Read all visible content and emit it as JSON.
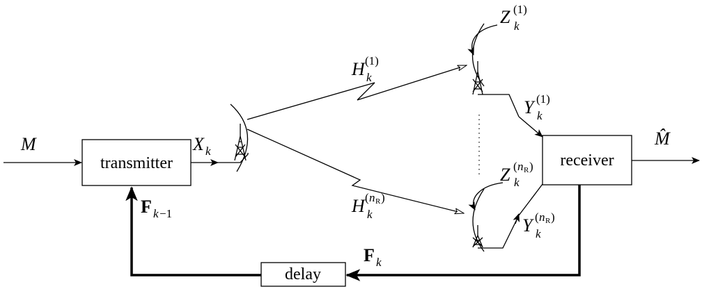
{
  "blocks": {
    "transmitter": "transmitter",
    "receiver": "receiver",
    "delay": "delay"
  },
  "signals": {
    "message": "M",
    "estimate": "M̂",
    "tx_symbol": {
      "base": "X",
      "sub": "k"
    },
    "channel_first": {
      "base": "H",
      "sub": "k",
      "sup": "(1)"
    },
    "channel_last": {
      "base": "H",
      "sub": "k",
      "sup_open": "(",
      "sup_var": "n",
      "sup_var_sub": "R",
      "sup_close": ")"
    },
    "noise_first": {
      "base": "Z",
      "sub": "k",
      "sup": "(1)"
    },
    "noise_last": {
      "base": "Z",
      "sub": "k",
      "sup_open": "(",
      "sup_var": "n",
      "sup_var_sub": "R",
      "sup_close": ")"
    },
    "output_first": {
      "base": "Y",
      "sub": "k",
      "sup": "(1)"
    },
    "output_last": {
      "base": "Y",
      "sub": "k",
      "sup_open": "(",
      "sup_var": "n",
      "sup_var_sub": "R",
      "sup_close": ")"
    },
    "feedback_current": {
      "base": "F",
      "sub": "k"
    },
    "feedback_prev": {
      "base": "F",
      "sub": "k",
      "sub_rest": "−1"
    }
  }
}
